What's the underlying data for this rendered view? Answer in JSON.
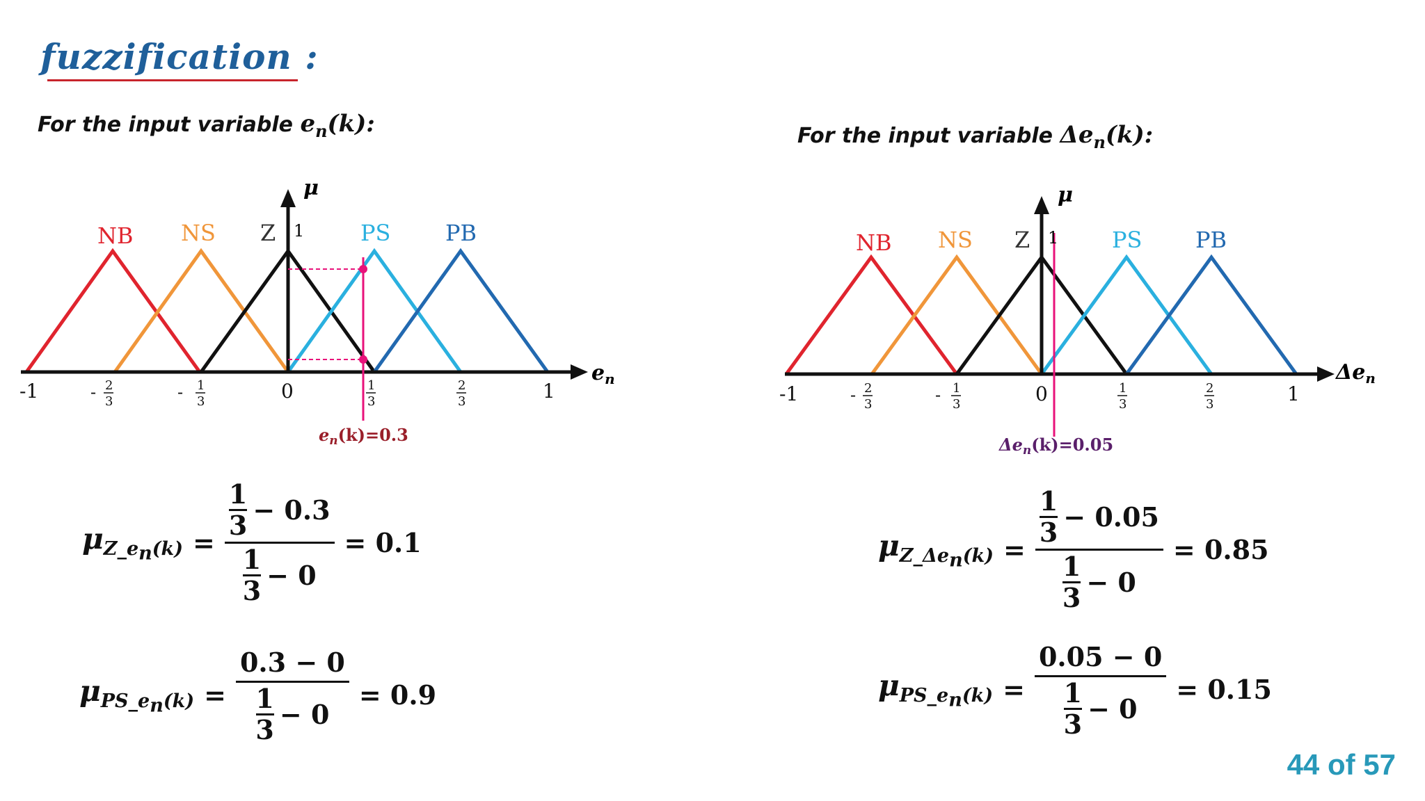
{
  "slide": {
    "title": "fuzzification",
    "title_colon": ":",
    "page_number": "44 of 57"
  },
  "left": {
    "caption_prefix": "For the input variable",
    "caption_var": "e",
    "caption_sub": "n",
    "caption_arg": "(k):",
    "axis_label": "e",
    "axis_label_sub": "n",
    "mu_label": "μ",
    "one_label": "1",
    "sets": [
      "NB",
      "NS",
      "Z",
      "PS",
      "PB"
    ],
    "ticks": [
      "-1",
      "-",
      "-",
      "0",
      "1"
    ],
    "marker_label": "e",
    "marker_label_sub": "n",
    "marker_label_rest": "(k)=0.3",
    "marker_value": 0.3,
    "eq1": {
      "lhs": "μ",
      "lhs_sub": "Z_e",
      "lhs_sub2": "n",
      "lhs_sub3": "(k)",
      "num_rest": "− 0.3",
      "den_rest": "− 0",
      "result": "= 0.1"
    },
    "eq2": {
      "lhs": "μ",
      "lhs_sub": "PS_e",
      "lhs_sub2": "n",
      "lhs_sub3": "(k)",
      "num": "0.3 − 0",
      "den_rest": "− 0",
      "result": "= 0.9"
    }
  },
  "right": {
    "caption_prefix": "For the input variable",
    "caption_var": "Δe",
    "caption_sub": "n",
    "caption_arg": "(k):",
    "axis_label": "Δe",
    "axis_label_sub": "n",
    "mu_label": "μ",
    "one_label": "1",
    "sets": [
      "NB",
      "NS",
      "Z",
      "PS",
      "PB"
    ],
    "ticks": [
      "-1",
      "-",
      "-",
      "0",
      "1"
    ],
    "marker_label": "Δe",
    "marker_label_sub": "n",
    "marker_label_rest": "(k)=0.05",
    "marker_value": 0.05,
    "eq1": {
      "lhs": "μ",
      "lhs_sub": "Z_Δe",
      "lhs_sub2": "n",
      "lhs_sub3": "(k)",
      "num_rest": "− 0.05",
      "den_rest": "− 0",
      "result": "= 0.85"
    },
    "eq2": {
      "lhs": "μ",
      "lhs_sub": "PS_e",
      "lhs_sub2": "n",
      "lhs_sub3": "(k)",
      "num": "0.05 − 0",
      "den_rest": "− 0",
      "result": "= 0.15"
    }
  },
  "fractions": {
    "one": "1",
    "two": "2",
    "three": "3"
  },
  "colors": {
    "NB": "#e0242e",
    "NS": "#f0963a",
    "Z": "#111111",
    "PS": "#2ab0df",
    "PB": "#2269b0",
    "marker": "#e8127a",
    "title": "#1f5f9a",
    "page_number": "#2899b9"
  }
}
